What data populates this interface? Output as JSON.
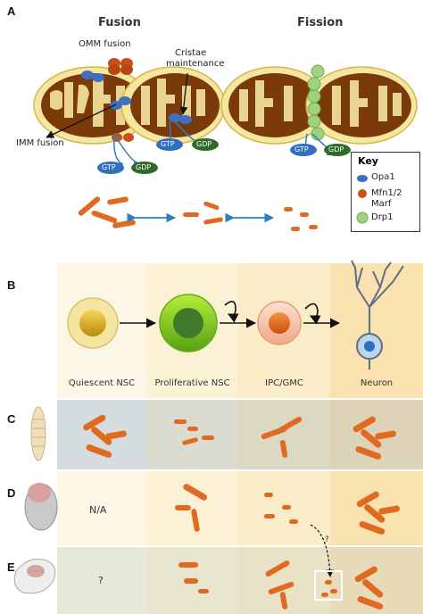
{
  "panels": {
    "a": "A",
    "b": "B",
    "c": "C",
    "d": "D",
    "e": "E"
  },
  "fusion_title": "Fusion",
  "fission_title": "Fission",
  "omm_fusion": "OMM fusion",
  "cristae": [
    "Cristae",
    "maintenance"
  ],
  "imm_fusion": "IMM fusion",
  "gtp": "GTP",
  "gdp": "GDP",
  "key": {
    "title": "Key",
    "items": [
      {
        "label": "Opa1",
        "color": "#3f6fc0"
      },
      {
        "label": "Mfn1/2",
        "label2": "Marf",
        "color": "#c8501a"
      },
      {
        "label": "Drp1",
        "color": "#9fd27f"
      }
    ]
  },
  "stages": [
    "Quiescent NSC",
    "Proliferative NSC",
    "IPC/GMC",
    "Neuron"
  ],
  "na": "N/A",
  "unknown": "?",
  "colors": {
    "mito_body": "#7a3a0a",
    "mito_outer": "#f6e7a0",
    "accent_blue": "#2f7ec0",
    "green": "#3f7a2c",
    "orange": "#e06a20"
  }
}
